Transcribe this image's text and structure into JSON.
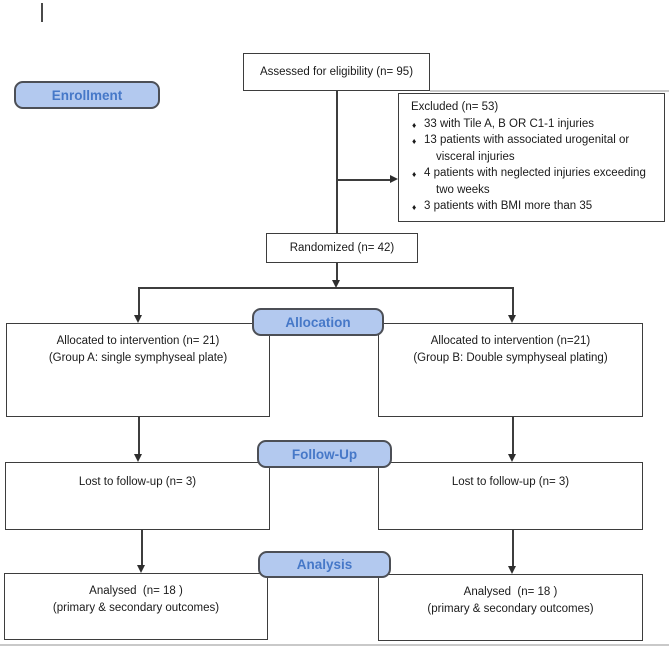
{
  "diagram": {
    "assessed": "Assessed for eligibility (n= 95)",
    "enrollment": "Enrollment",
    "excluded": {
      "title": "Excluded (n= 53)",
      "bullet": "♦",
      "items": [
        {
          "l1": "33 with Tile A, B OR C1-1 injuries",
          "l2": ""
        },
        {
          "l1": "13 patients with associated urogenital or",
          "l2": "visceral injuries"
        },
        {
          "l1": "4 patients with neglected injuries exceeding",
          "l2": "two weeks"
        },
        {
          "l1": "3 patients with BMI more than 35",
          "l2": ""
        }
      ]
    },
    "randomized": "Randomized (n= 42)",
    "stages": {
      "allocation": "Allocation",
      "followup": "Follow-Up",
      "analysis": "Analysis"
    },
    "alloc_left": {
      "l1": "Allocated to intervention (n= 21)",
      "l2": "(Group A: single symphyseal plate)"
    },
    "alloc_right": {
      "l1": "Allocated to intervention (n=21)",
      "l2": "(Group B: Double symphyseal plating)"
    },
    "followup_left": "Lost to follow-up (n= 3)",
    "followup_right": "Lost to follow-up (n= 3)",
    "analysis_left": {
      "l1": "Analysed  (n= 18 )",
      "l2": "(primary & secondary outcomes)"
    },
    "analysis_right": {
      "l1": "Analysed  (n= 18 )",
      "l2": "(primary & secondary outcomes)"
    }
  },
  "colors": {
    "stage_fill": "#b3c9ef",
    "stage_border": "#4c4f56",
    "stage_text": "#4678c8",
    "box_border": "#3d3d3d",
    "connector": "#3d3d3d",
    "page_edge": "#c9c9c9"
  }
}
